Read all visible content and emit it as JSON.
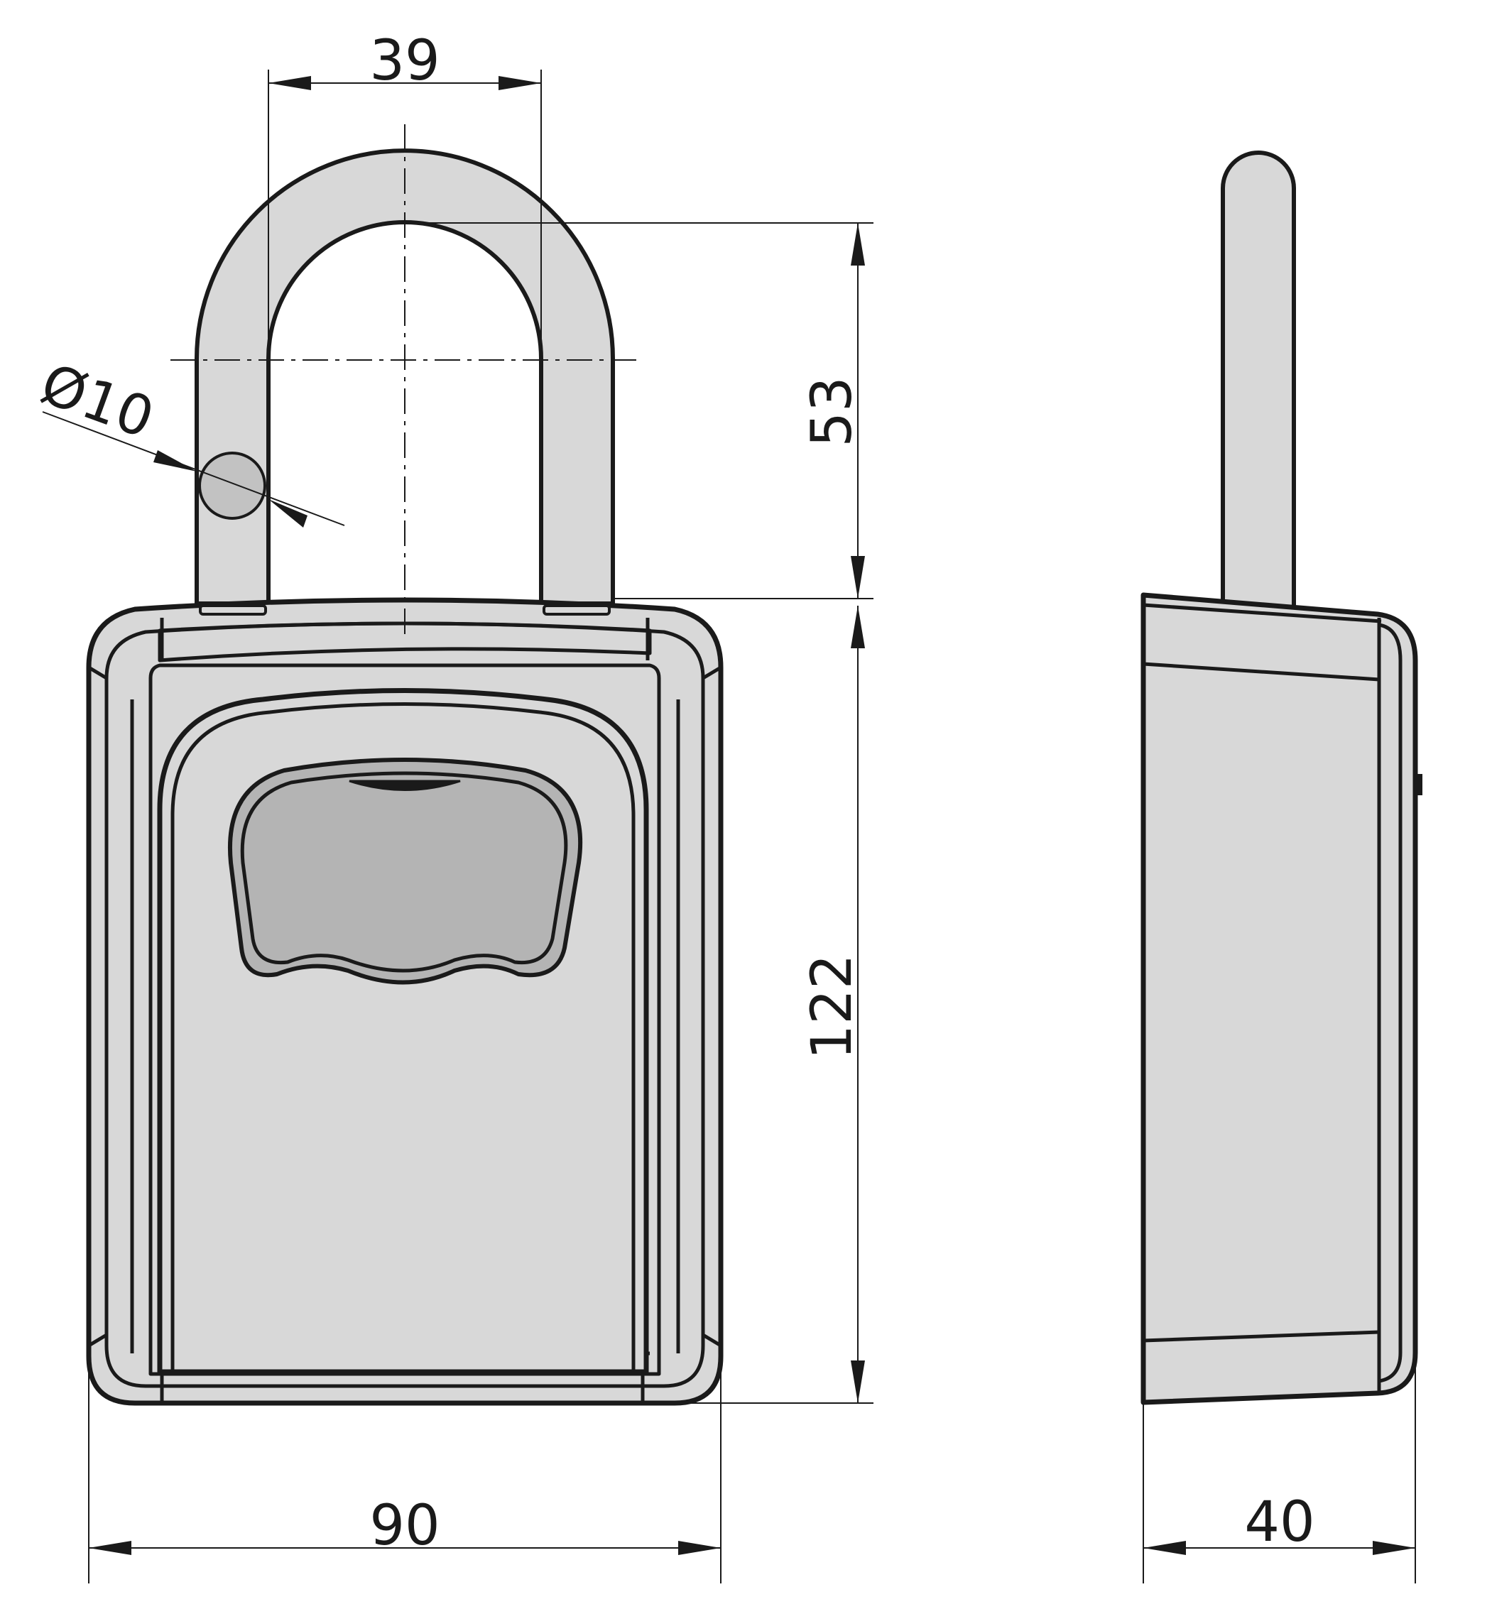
{
  "diagram": {
    "dimensions": {
      "shackle_width": "39",
      "shackle_height": "53",
      "shackle_diameter": "Ø10",
      "body_height": "122",
      "body_width": "90",
      "body_depth": "40"
    }
  }
}
